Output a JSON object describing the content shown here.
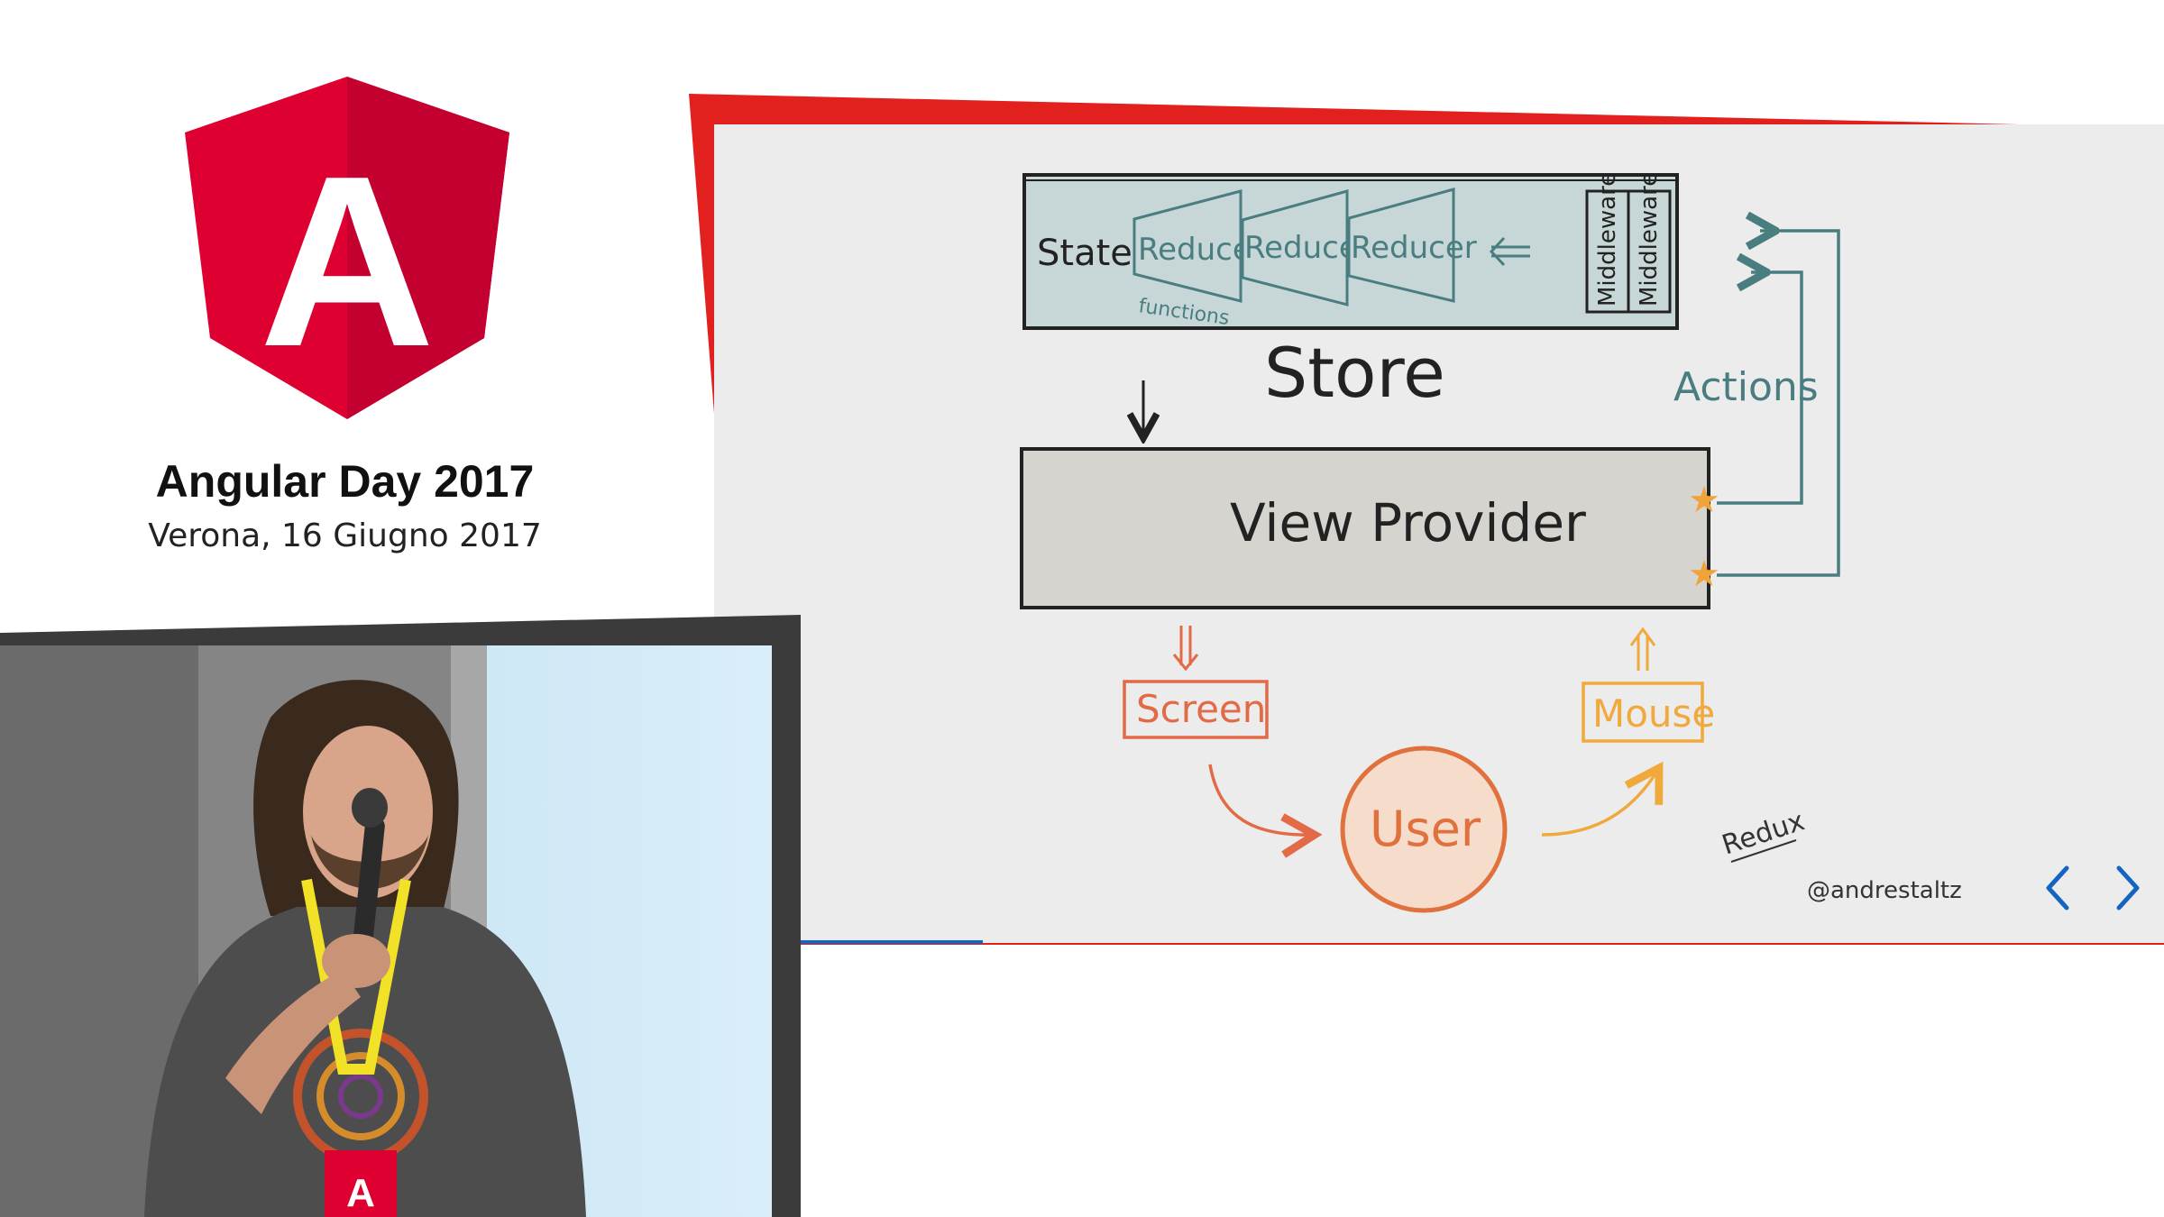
{
  "event": {
    "title": "Angular Day 2017",
    "subtitle": "Verona, 16 Giugno 2017",
    "logo_letter": "A",
    "brand_color": "#dd0031"
  },
  "slide": {
    "frame_color": "#e2201d",
    "store": {
      "state_label": "State",
      "reducers": [
        "Reducer",
        "Reducer",
        "Reducer"
      ],
      "functions_note": "functions",
      "middlewares": [
        "Middleware",
        "Middleware"
      ],
      "label": "Store"
    },
    "view_provider": {
      "label": "View Provider"
    },
    "actions_label": "Actions",
    "screen_label": "Screen",
    "mouse_label": "Mouse",
    "user_label": "User",
    "caption": "Redux",
    "credit": "@andrestaltz",
    "colors": {
      "ink": "#222222",
      "store_fill": "#c7d7d7",
      "teal": "#4a7d80",
      "view_fill": "#d6d4cf",
      "screen": "#e26a47",
      "mouse": "#f0a93c",
      "user": "#e0703c",
      "star": "#f0a33a"
    },
    "progress_color": "#1565c0"
  },
  "navigation": {
    "prev_icon": "chevron-left-icon",
    "next_icon": "chevron-right-icon",
    "color": "#1565c0"
  },
  "video": {
    "badge_letter": "A",
    "lanyard_color": "#f2e227"
  }
}
